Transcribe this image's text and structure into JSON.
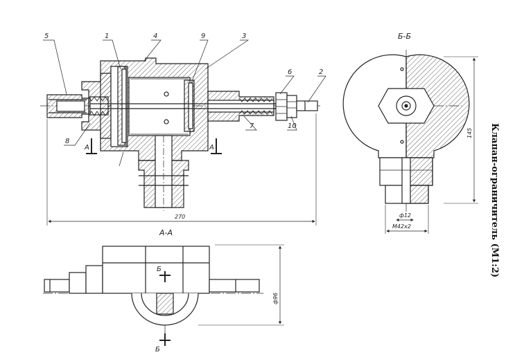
{
  "title": "Клапан-ограничитель (М1:2)",
  "callouts": [
    "1",
    "2",
    "3",
    "4",
    "5",
    "6",
    "7",
    "8",
    "9",
    "10"
  ],
  "section_marks": {
    "main_section": "А-А",
    "side_section": "Б-Б",
    "cut_a": "А",
    "cut_b": "Б"
  },
  "dimensions": {
    "overall_length": "270",
    "height": "145",
    "bore": "ф12",
    "thread": "M42x2",
    "diameter": "ф96"
  }
}
